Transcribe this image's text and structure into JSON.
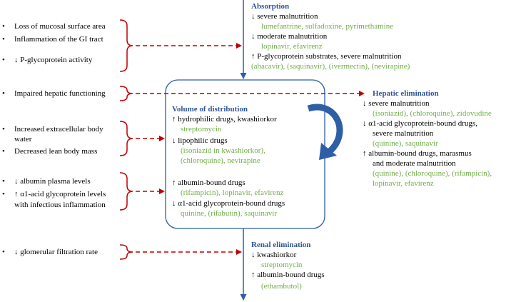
{
  "colors": {
    "heading": "#2f5597",
    "drug": "#70ad47",
    "arrow": "#c00000",
    "flow": "#2e5fa6"
  },
  "factors": {
    "g1": [
      "Loss of mucosal surface area",
      "Inflammation of the GI tract",
      "↓ P-glycoprotein activity"
    ],
    "g2": [
      "Impaired hepatic functioning"
    ],
    "g3": [
      "Increased extracellular body",
      "water",
      "Decreased lean body mass"
    ],
    "g4": [
      "↓ albumin plasma levels",
      "↑ α1-acid glycoprotein levels",
      "with infectious inflammation"
    ],
    "g5": [
      "↓ glomerular filtration rate"
    ]
  },
  "absorption": {
    "title": "Absorption",
    "l1": "↓ severe malnutrition",
    "d1": "lumefantrine, sulfadoxine, pyrimethamine",
    "l2": "↓ moderate malnutrition",
    "d2": "lopinavir, efavirenz",
    "l3": "↑ P-glycoprotein substrates, severe malnutrition",
    "d3": "(abacavir), (saquinavir), (ivermectin), (nevirapine)"
  },
  "distribution": {
    "title": "Volume of distribution",
    "l1": "↑ hydrophilic drugs, kwashiorkor",
    "d1": "streptomycin",
    "l2": "↓ lipophilic drugs",
    "d2a": "(isoniazid in kwashiorkor),",
    "d2b": "(chloroquine), nevirapine",
    "l3": "↑ albumin-bound drugs",
    "d3": "(rifampicin), lopinavir, efavirenz",
    "l4": "↓ α1-acid glycoprotein-bound drugs",
    "d4": "quinine, (rifabutin), saquinavir"
  },
  "hepatic": {
    "title": "Hepatic elimination",
    "l1": "↓ severe malnutrition",
    "d1": "(isoniazid), (chloroquine), zidovudine",
    "l2a": "↓ α1-acid glycoprotein-bound drugs,",
    "l2b": "severe malnutrition",
    "d2": "(quinine), saquinavir",
    "l3a": "↑ albumin-bound drugs, marasmus",
    "l3b": "and moderate malnutrition",
    "d3a": "(quinine), (chloroquine), (rifampicin),",
    "d3b": "lopinavir, efavirenz"
  },
  "renal": {
    "title": "Renal elimination",
    "l1": "↓ kwashiorkor",
    "d1": "streptomycin",
    "l2": "↑ albumin-bound drugs",
    "d2": "(ethambutol)"
  }
}
